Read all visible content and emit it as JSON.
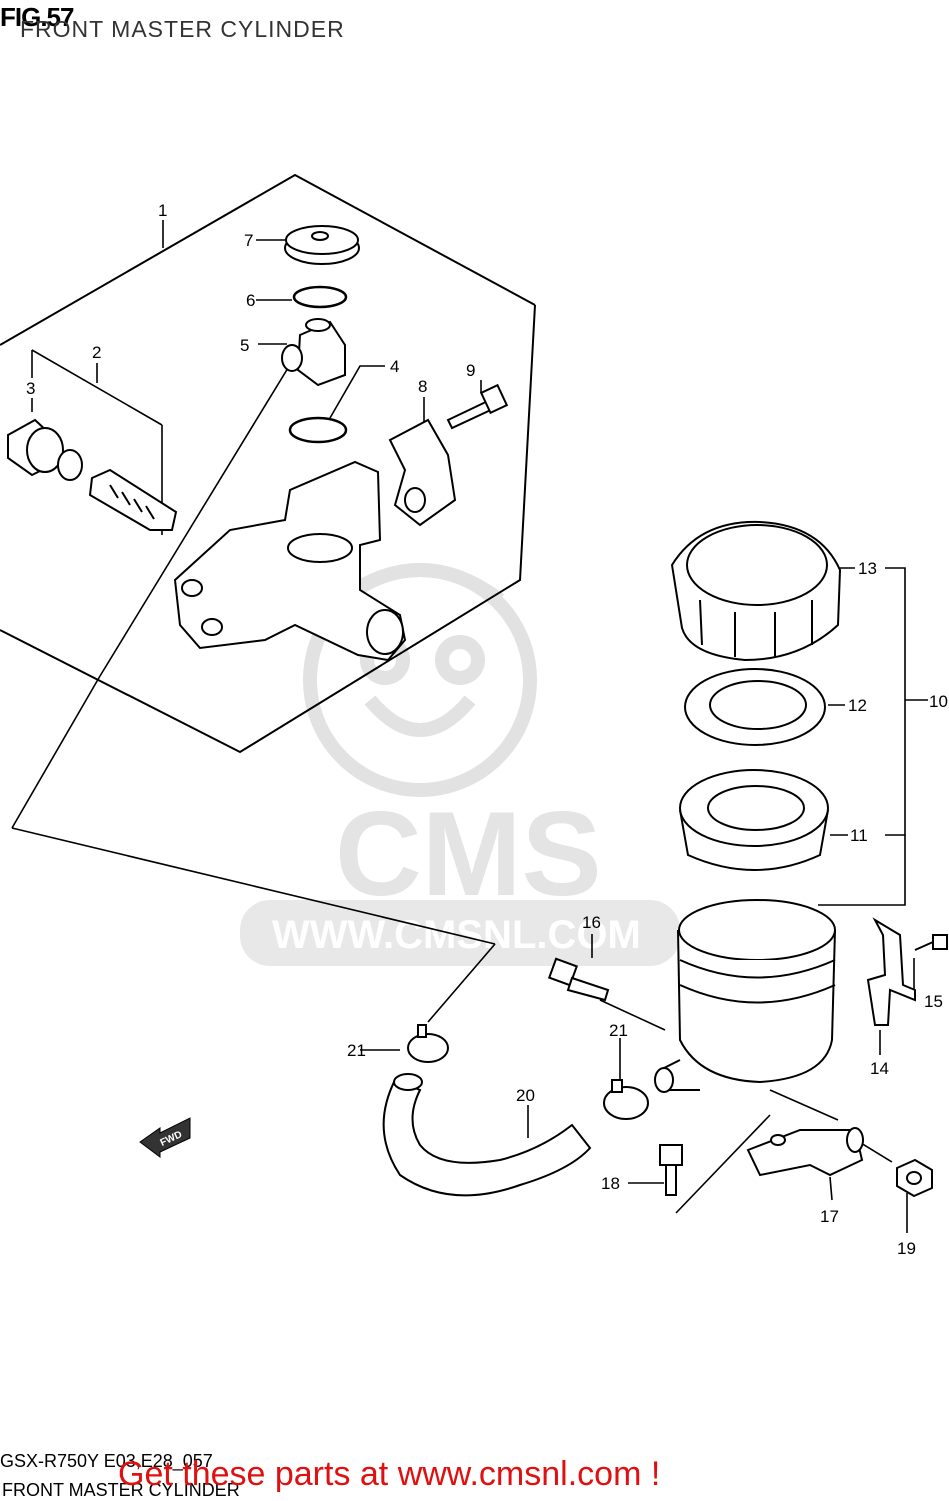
{
  "figure": {
    "number": "FIG.57",
    "title": "FRONT MASTER CYLINDER",
    "model_code": "GSX-R750Y E03,E28_057",
    "model_title": "FRONT MASTER CYLINDER"
  },
  "watermark": {
    "brand": "CMS",
    "url": "WWW.CMSNL.COM"
  },
  "fwd_arrow_label": "FWD",
  "callouts": [
    "1",
    "2",
    "3",
    "4",
    "5",
    "6",
    "7",
    "8",
    "9",
    "10",
    "11",
    "12",
    "13",
    "14",
    "15",
    "16",
    "17",
    "18",
    "19",
    "20",
    "21",
    "21"
  ],
  "promo": "Get these parts at www.cmsnl.com !"
}
